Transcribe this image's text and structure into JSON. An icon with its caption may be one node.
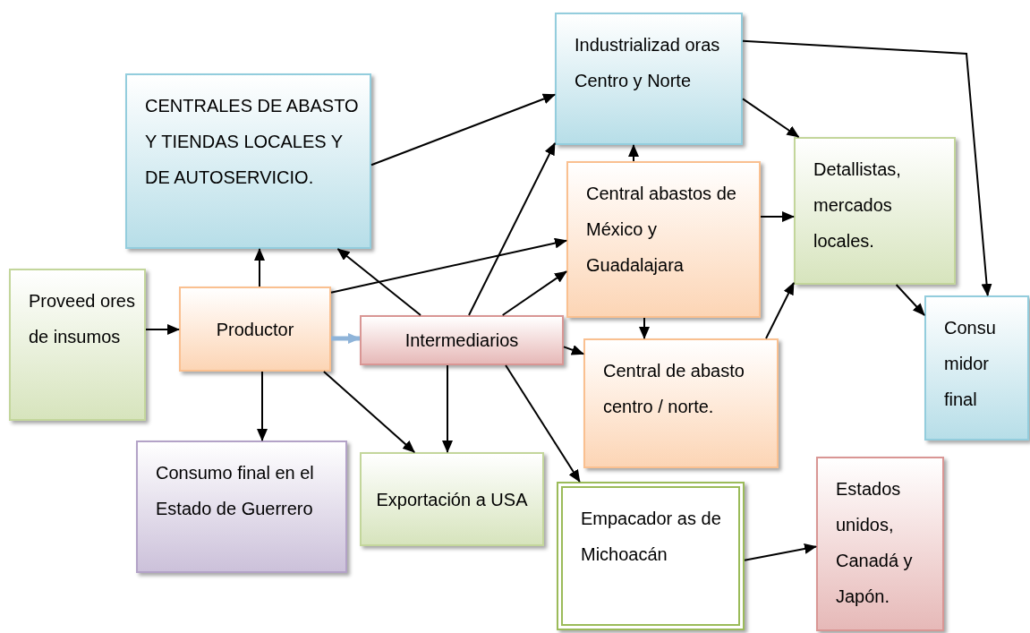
{
  "diagram": {
    "nodes": [
      {
        "text": [
          "Proveed ores de insumos"
        ]
      },
      {
        "text": [
          "Productor"
        ]
      },
      {
        "text": [
          "CENTRALES DE ABASTO Y TIENDAS LOCALES  Y DE AUTOSERVICIO."
        ]
      },
      {
        "text": [
          "Intermediarios"
        ]
      },
      {
        "text": [
          "Industrializad oras Centro y Norte"
        ]
      },
      {
        "text": [
          "Central abastos de México y Guadalajara"
        ]
      },
      {
        "text": [
          "Detallistas, mercados locales."
        ]
      },
      {
        "text": [
          "Central de abasto centro / norte."
        ]
      },
      {
        "text": [
          "Consu midor final"
        ]
      },
      {
        "text": [
          "Consumo final en el Estado de Guerrero"
        ]
      },
      {
        "text": [
          "Exportación a USA"
        ]
      },
      {
        "text": [
          "Empacador as de Michoacán"
        ]
      },
      {
        "text": [
          "Estados unidos, Canadá y Japón."
        ]
      }
    ],
    "edges": [
      {
        "from": 0,
        "to": 1,
        "arrow": "to"
      },
      {
        "from": 1,
        "to": 2,
        "arrow": "to"
      },
      {
        "from": 1,
        "to": 5,
        "arrow": "to"
      },
      {
        "from": 1,
        "to": 9,
        "arrow": "to"
      },
      {
        "from": 1,
        "to": 10,
        "arrow": "to"
      },
      {
        "from": 1,
        "to": 3,
        "arrow": "to",
        "style": "thick",
        "color": "#8fb4d9"
      },
      {
        "from": 3,
        "to": 2,
        "arrow": "to"
      },
      {
        "from": 3,
        "to": 4,
        "arrow": "to"
      },
      {
        "from": 3,
        "to": 5,
        "arrow": "to"
      },
      {
        "from": 3,
        "to": 7,
        "arrow": "to"
      },
      {
        "from": 3,
        "to": 10,
        "arrow": "to"
      },
      {
        "from": 3,
        "to": 11,
        "arrow": "to"
      },
      {
        "from": 2,
        "to": 4,
        "arrow": "to"
      },
      {
        "from": 5,
        "to": 4,
        "arrow": "to"
      },
      {
        "from": 5,
        "to": 6,
        "arrow": "to"
      },
      {
        "from": 5,
        "to": 7,
        "arrow": "to"
      },
      {
        "from": 7,
        "to": 6,
        "arrow": "to"
      },
      {
        "from": 4,
        "to": 6,
        "arrow": "to"
      },
      {
        "from": 4,
        "to": 8,
        "arrow": "to"
      },
      {
        "from": 6,
        "to": 8,
        "arrow": "to"
      },
      {
        "from": 11,
        "to": 12,
        "arrow": "to"
      }
    ]
  }
}
